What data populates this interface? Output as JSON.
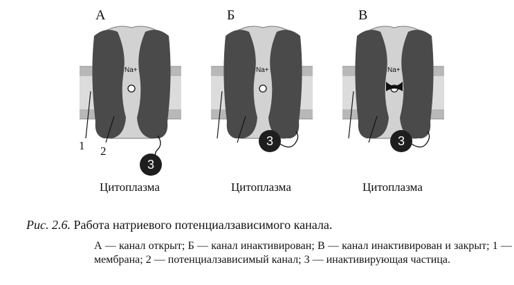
{
  "panels": [
    {
      "letter": "А",
      "state": "open",
      "cytoplasm": "Цитоплазма"
    },
    {
      "letter": "Б",
      "state": "inactivated",
      "cytoplasm": "Цитоплазма"
    },
    {
      "letter": "В",
      "state": "inactivated-closed",
      "cytoplasm": "Цитоплазма"
    }
  ],
  "ion_label": "Na+",
  "particle_number": "3",
  "callouts": {
    "membrane": "1",
    "channel": "2"
  },
  "caption": {
    "prefix": "Рис. 2.6.",
    "title": "Работа натриевого потенциалзависимого канала.",
    "legend": "А — канал открыт; Б — канал инактивирован; В — канал инактивирован и закрыт; 1 — мембрана; 2 — потенциалзависимый канал; 3 — инактивирующая частица."
  },
  "colors": {
    "membrane_fill": "#dcdcdc",
    "membrane_edge": "#8f8f8f",
    "channel_outer": "#d2d2d2",
    "channel_dark": "#4a4a4a",
    "particle": "#1e1e1e"
  }
}
